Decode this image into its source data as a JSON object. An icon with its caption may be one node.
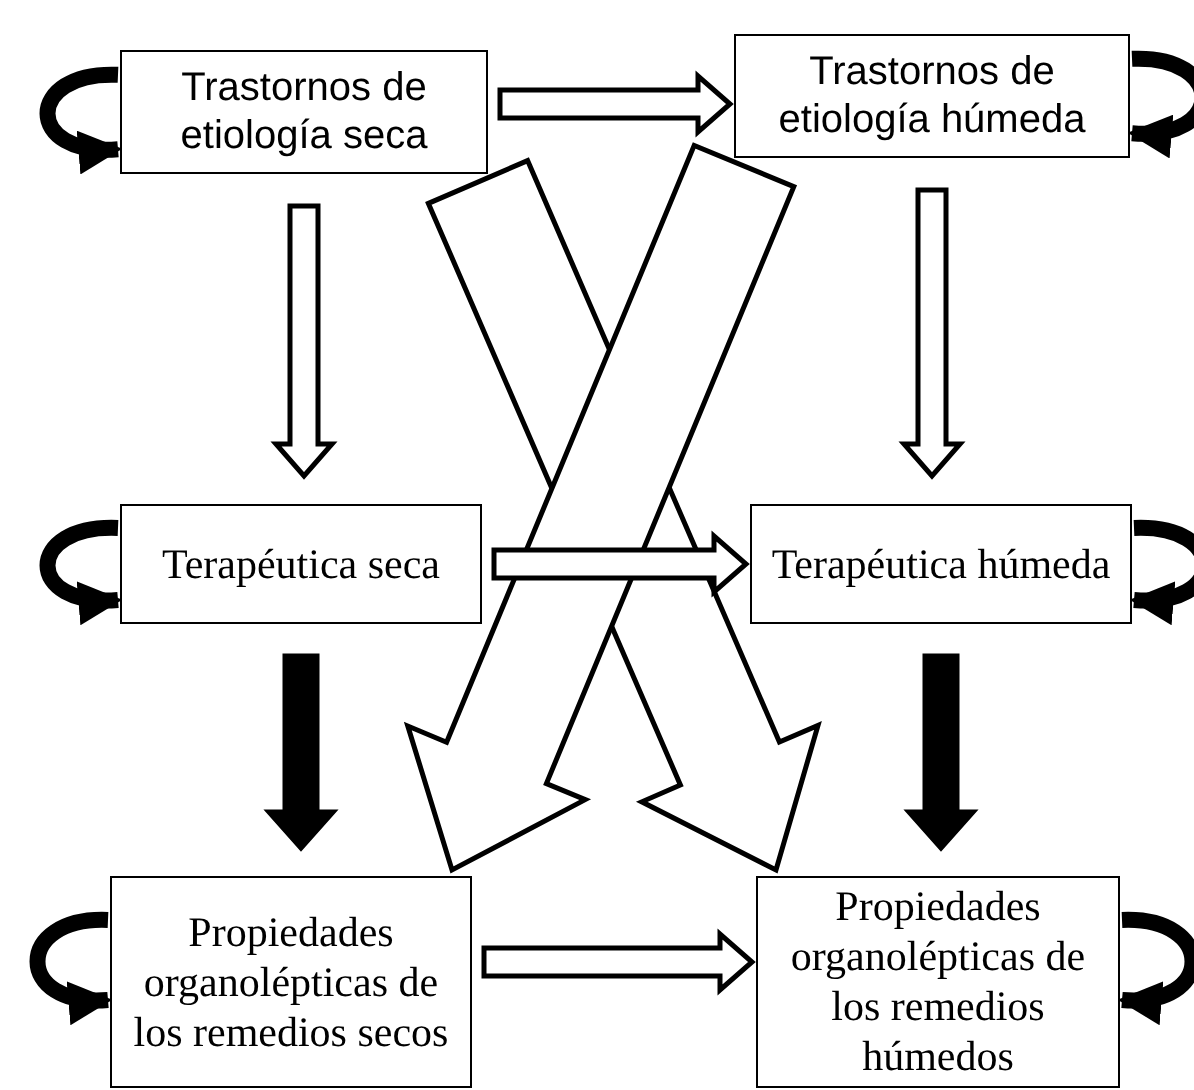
{
  "diagram": {
    "nodes": [
      {
        "text": [
          "Trastornos de etiología seca"
        ]
      },
      {
        "text": [
          "Trastornos de etiología húmeda"
        ]
      },
      {
        "text": [
          "Terapéutica seca"
        ]
      },
      {
        "text": [
          "Terapéutica húmeda"
        ]
      },
      {
        "text": [
          "Propiedades organolépticas de los remedios secos"
        ]
      },
      {
        "text": [
          "Propiedades organolépticas de los remedios húmedos"
        ]
      }
    ],
    "edges": [
      {
        "from": 0,
        "to": 1,
        "arrow": "to"
      },
      {
        "from": 0,
        "to": 2,
        "arrow": "to"
      },
      {
        "from": 1,
        "to": 3,
        "arrow": "to"
      },
      {
        "from": 2,
        "to": 3,
        "arrow": "to"
      },
      {
        "from": 2,
        "to": 4,
        "arrow": "to",
        "color": "#000000"
      },
      {
        "from": 3,
        "to": 5,
        "arrow": "to",
        "color": "#000000"
      },
      {
        "from": 4,
        "to": 5,
        "arrow": "to"
      },
      {
        "from": 0,
        "to": 5,
        "arrow": "to",
        "style": "thick"
      },
      {
        "from": 1,
        "to": 4,
        "arrow": "to",
        "style": "thick"
      },
      {
        "from": 0,
        "to": 0,
        "arrow": "to",
        "color": "#000000"
      },
      {
        "from": 1,
        "to": 1,
        "arrow": "to",
        "color": "#000000"
      },
      {
        "from": 2,
        "to": 2,
        "arrow": "to",
        "color": "#000000"
      },
      {
        "from": 3,
        "to": 3,
        "arrow": "to",
        "color": "#000000"
      },
      {
        "from": 4,
        "to": 4,
        "arrow": "to",
        "color": "#000000"
      },
      {
        "from": 5,
        "to": 5,
        "arrow": "to",
        "color": "#000000"
      }
    ]
  }
}
